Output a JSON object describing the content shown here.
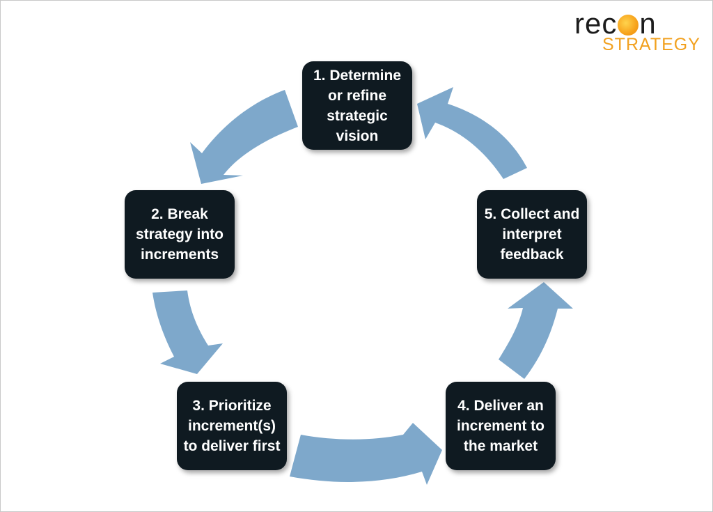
{
  "logo": {
    "word_top": "recon",
    "word_top_before": "rec",
    "word_top_after": "n",
    "word_bottom": "STRATEGY",
    "colors": {
      "top": "#1c1c1c",
      "bottom": "#f2a11f",
      "dot": "#f7a21b"
    }
  },
  "steps": [
    {
      "label": "1. Determine or refine strategic vision"
    },
    {
      "label": "2. Break strategy into increments"
    },
    {
      "label": "3. Prioritize increment(s) to deliver first"
    },
    {
      "label": "4. Deliver an increment to the market"
    },
    {
      "label": "5. Collect and interpret feedback"
    }
  ],
  "colors": {
    "box": "#0f1a21",
    "box_text": "#ffffff",
    "arrow": "#7ea8cb"
  }
}
